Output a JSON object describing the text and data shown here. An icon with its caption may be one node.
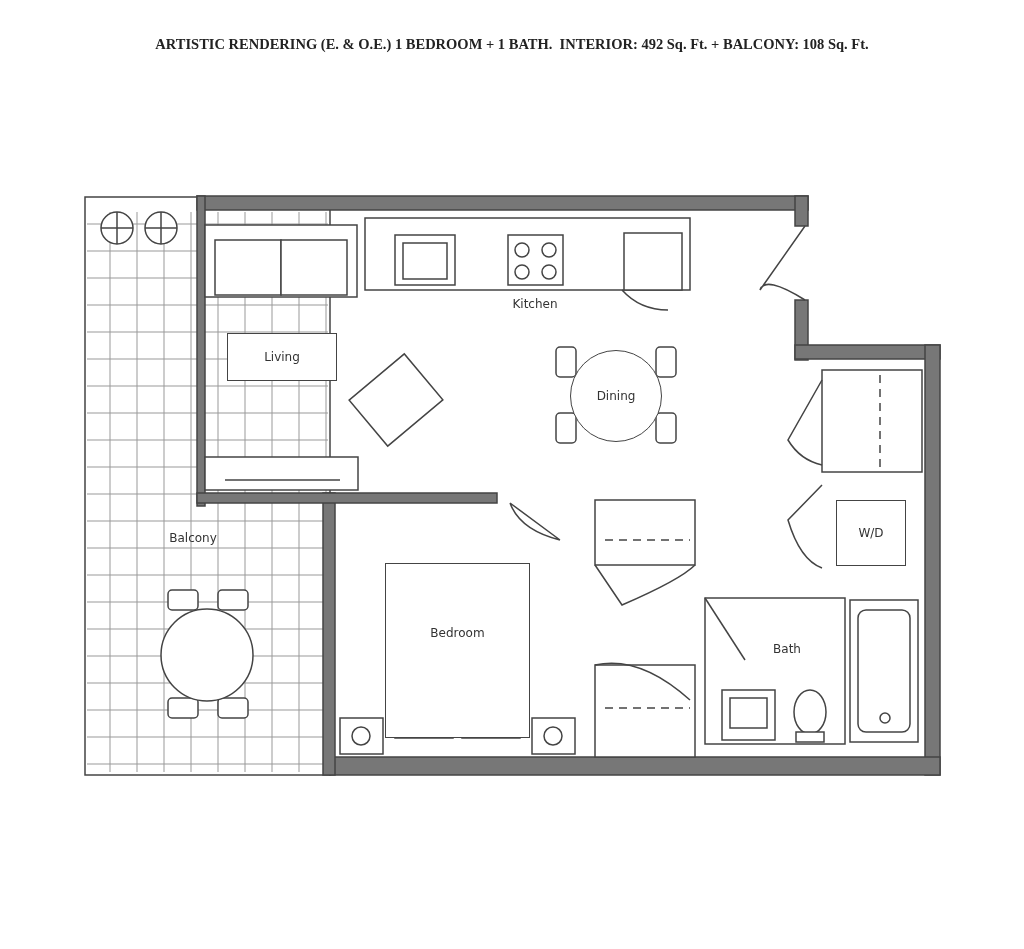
{
  "diagram": {
    "title": "ARTISTIC RENDERING (E. & O.E.) 1 BEDROOM + 1 BATH.  INTERIOR: 492 Sq. Ft. + BALCONY: 108 Sq. Ft.",
    "nodes": [
      {
        "text": [
          "Living"
        ]
      },
      {
        "text": [
          "Dining"
        ]
      },
      {
        "text": [
          "W/D"
        ]
      },
      {
        "text": [
          "Bedroom"
        ]
      }
    ],
    "labels": [
      "Kitchen",
      "Balcony",
      "Bath"
    ]
  }
}
